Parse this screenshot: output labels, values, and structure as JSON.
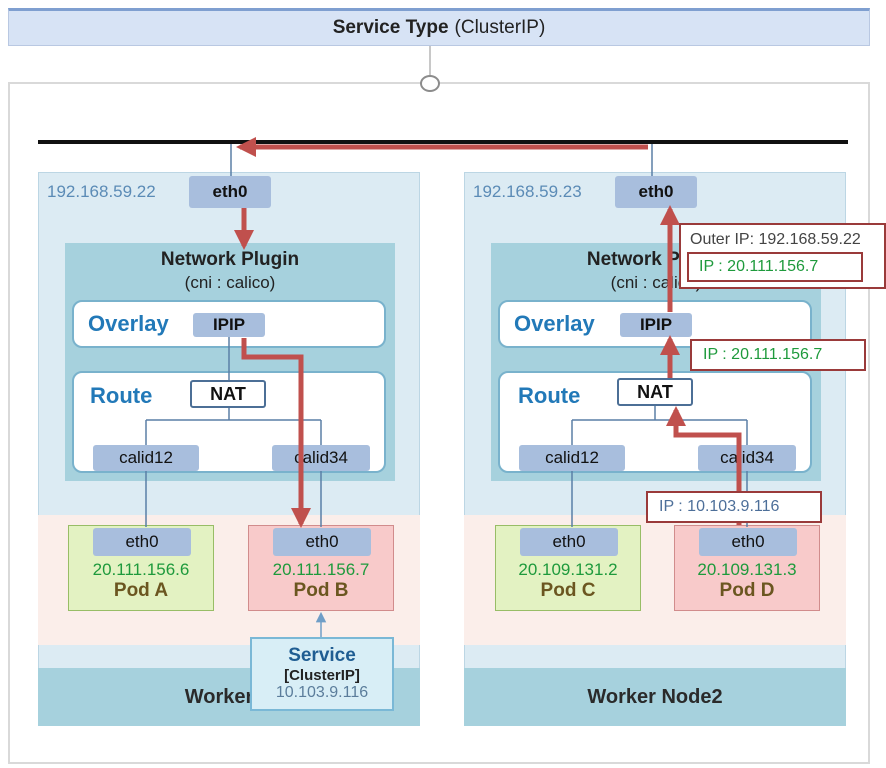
{
  "header": {
    "bold": "Service Type",
    "rest": "(ClusterIP)"
  },
  "nodes": [
    {
      "ip": "192.168.59.22",
      "eth": "eth0",
      "plugin_title": "Network Plugin",
      "plugin_sub": "(cni : calico)",
      "overlay": "Overlay",
      "ipip": "IPIP",
      "route": "Route",
      "nat": "NAT",
      "calid_left": "calid12",
      "calid_right": "calid34",
      "pods": [
        {
          "eth": "eth0",
          "ip": "20.111.156.6",
          "name": "Pod A"
        },
        {
          "eth": "eth0",
          "ip": "20.111.156.7",
          "name": "Pod B"
        }
      ],
      "footer": "Worker N"
    },
    {
      "ip": "192.168.59.23",
      "eth": "eth0",
      "plugin_title": "Network Plugin",
      "plugin_sub": "(cni : calico)",
      "overlay": "Overlay",
      "ipip": "IPIP",
      "route": "Route",
      "nat": "NAT",
      "calid_left": "calid12",
      "calid_right": "calid34",
      "pods": [
        {
          "eth": "eth0",
          "ip": "20.109.131.2",
          "name": "Pod C"
        },
        {
          "eth": "eth0",
          "ip": "20.109.131.3",
          "name": "Pod D"
        }
      ],
      "footer": "Worker Node2"
    }
  ],
  "service": {
    "title": "Service",
    "type": "[ClusterIP]",
    "ip": "10.103.9.116"
  },
  "callouts": {
    "outer_ip": "Outer IP: 192.168.59.22",
    "inner_ip_top": "IP : 20.111.156.7",
    "inner_ip_mid": "IP : 20.111.156.7",
    "pod_d_src": "IP : 10.103.9.116"
  },
  "colors": {
    "arrow": "#c0504d",
    "node_bg": "#dcebf3",
    "plugin_bg": "#a6d1dd",
    "chip": "#a8bedd"
  }
}
